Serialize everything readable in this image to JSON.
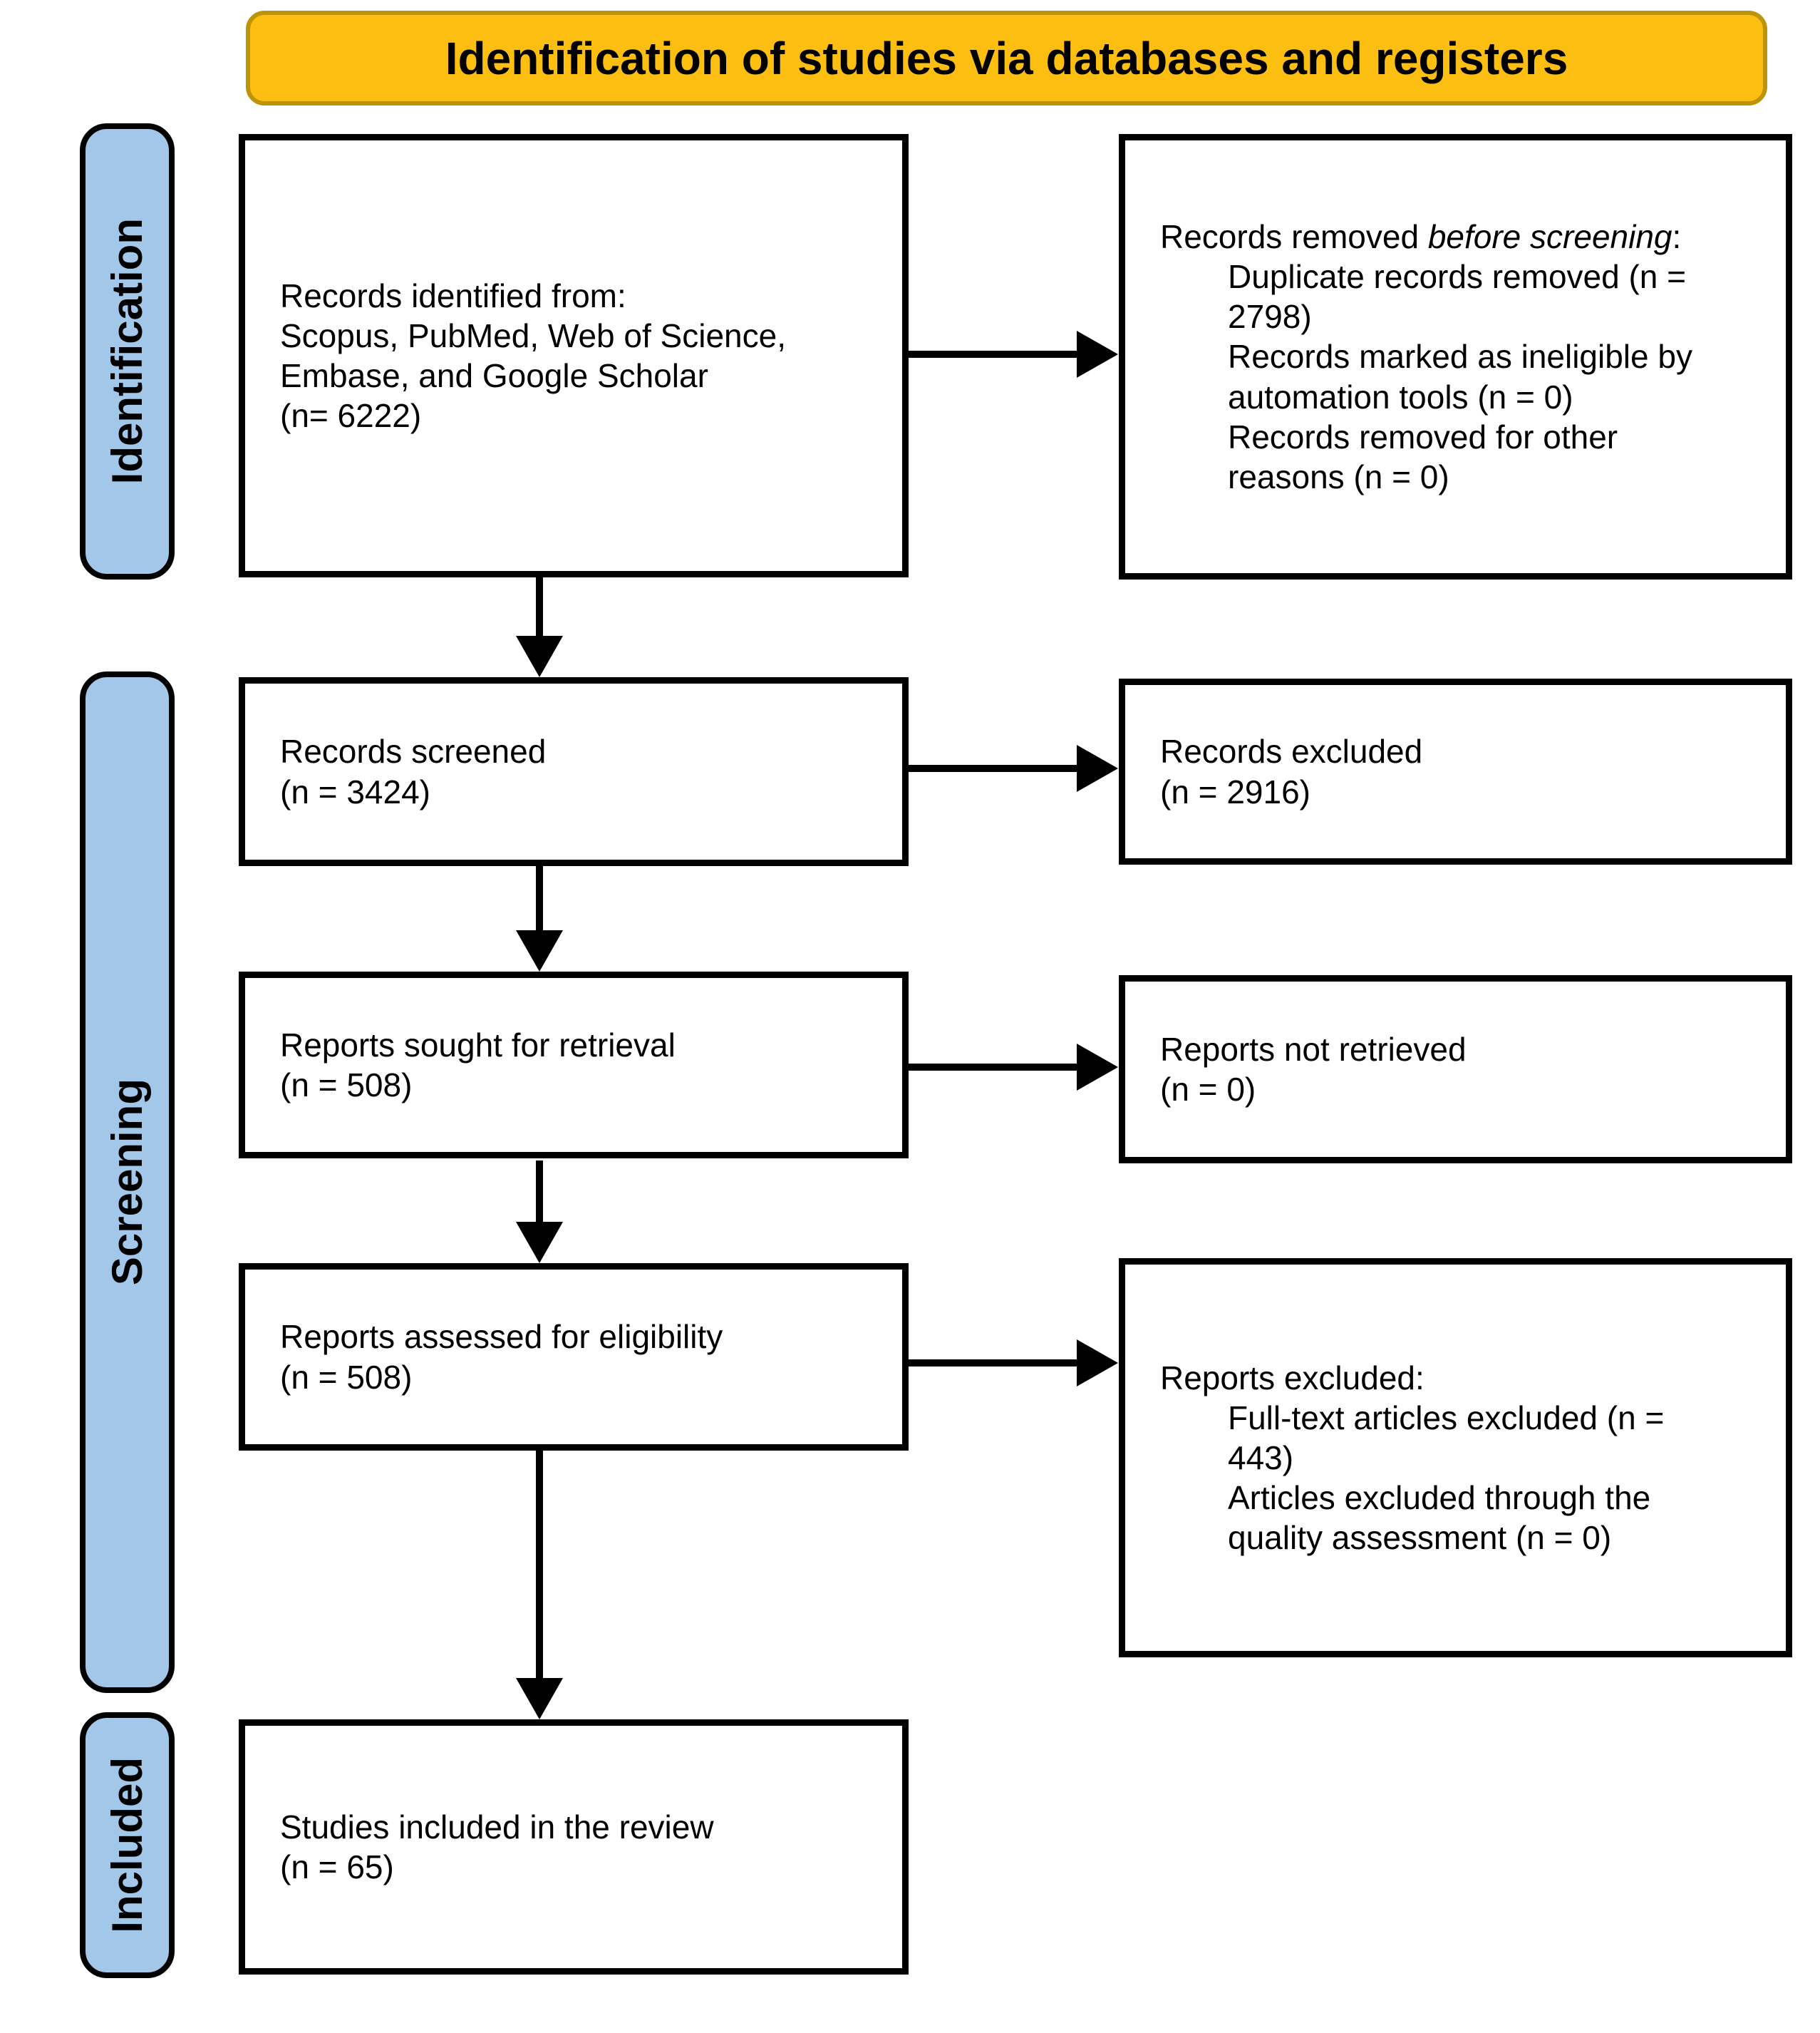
{
  "header": {
    "title": "Identification of studies via databases and registers"
  },
  "sidebar": {
    "identification_label": "Identification",
    "screening_label": "Screening",
    "included_label": "Included"
  },
  "flow": {
    "records_identified": {
      "lines": [
        "Records identified from:",
        "Scopus, PubMed, Web of Science,",
        "Embase, and Google Scholar",
        "(n= 6222)"
      ]
    },
    "records_removed": {
      "title_prefix": "Records removed ",
      "title_italic": "before screening",
      "title_suffix": ":",
      "items": [
        "Duplicate records removed (n = 2798)",
        "Records marked as ineligible by automation tools (n = 0)",
        "Records removed for other reasons (n = 0)"
      ]
    },
    "records_screened": {
      "label": "Records screened",
      "count": "(n = 3424)"
    },
    "records_excluded": {
      "label": "Records excluded",
      "count": "(n = 2916)"
    },
    "reports_sought": {
      "label": "Reports sought for retrieval",
      "count": "(n = 508)"
    },
    "reports_not_retrieved": {
      "label": "Reports not retrieved",
      "count": "(n = 0)"
    },
    "reports_assessed": {
      "label": "Reports assessed for eligibility",
      "count": "(n = 508)"
    },
    "reports_excluded": {
      "title": "Reports excluded:",
      "items": [
        "Full-text articles excluded (n = 443)",
        "Articles excluded through the quality assessment (n = 0)"
      ]
    },
    "studies_included": {
      "label": "Studies included in the review",
      "count": "(n = 65)"
    }
  },
  "colors": {
    "header_fill": "#FCBE11",
    "header_border": "#BD9406",
    "stage_fill": "#A3C7E8",
    "line_color": "#000000"
  }
}
